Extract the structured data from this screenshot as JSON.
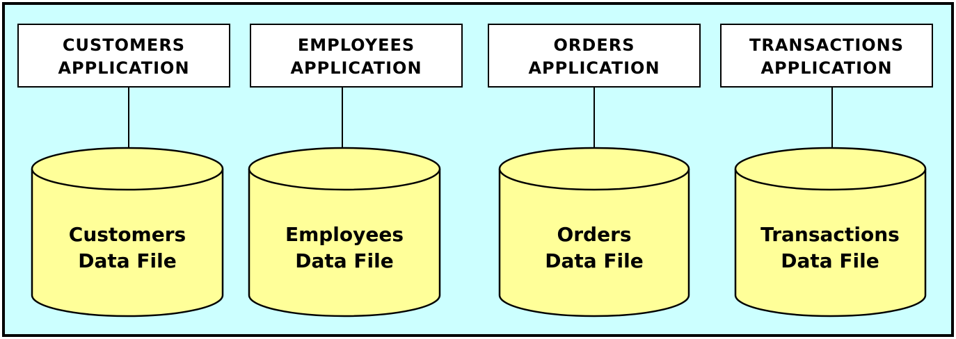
{
  "colors": {
    "background": "#CCFFFF",
    "border": "#000000",
    "app_box_fill": "#FFFFFF",
    "cylinder_fill": "#FFFF99"
  },
  "systems": [
    {
      "app_lines": [
        "CUSTOMERS",
        "APPLICATION"
      ],
      "file_lines": [
        "Customers",
        "Data File"
      ]
    },
    {
      "app_lines": [
        "EMPLOYEES",
        "APPLICATION"
      ],
      "file_lines": [
        "Employees",
        "Data File"
      ]
    },
    {
      "app_lines": [
        "ORDERS",
        "APPLICATION"
      ],
      "file_lines": [
        "Orders",
        "Data File"
      ]
    },
    {
      "app_lines": [
        "TRANSACTIONS",
        "APPLICATION"
      ],
      "file_lines": [
        "Transactions",
        "Data File"
      ]
    }
  ]
}
